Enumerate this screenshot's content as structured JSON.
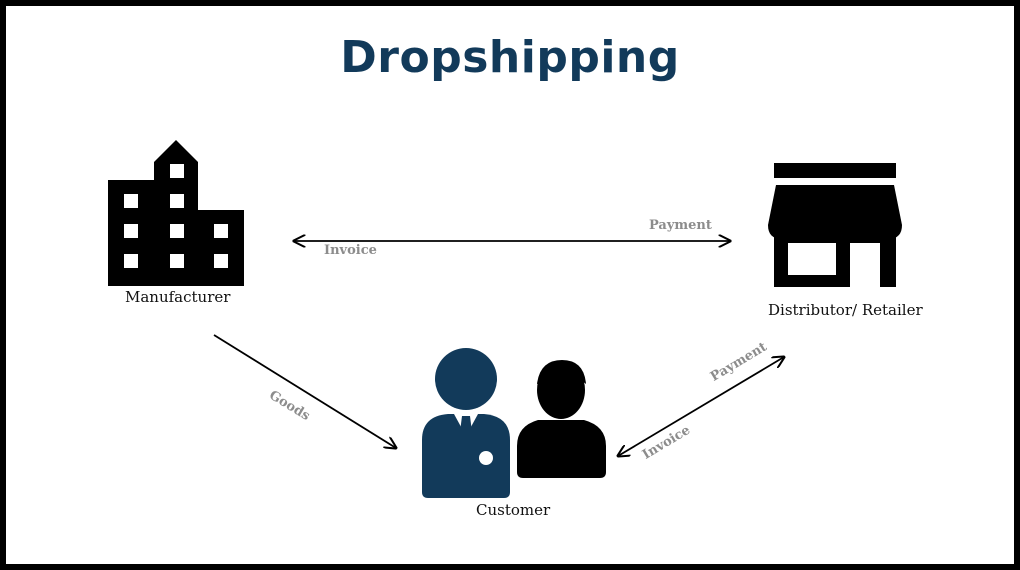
{
  "title": "Dropshipping",
  "nodes": {
    "manufacturer": {
      "label": "Manufacturer",
      "icon": "factory-building-icon"
    },
    "retailer": {
      "label": "Distributor/ Retailer",
      "icon": "storefront-icon"
    },
    "customer": {
      "label": "Customer",
      "icon": "customer-people-icon"
    }
  },
  "edges": {
    "manufacturer_retailer": {
      "label_to_manufacturer": "Invoice",
      "label_to_retailer": "Payment"
    },
    "manufacturer_customer": {
      "label": "Goods"
    },
    "retailer_customer": {
      "label_to_retailer": "Payment",
      "label_to_customer": "Invoice"
    }
  },
  "colors": {
    "title": "#123a5a",
    "customer_primary": "#123a5a",
    "icon": "#000000",
    "edge_label": "#8c8c8c"
  }
}
